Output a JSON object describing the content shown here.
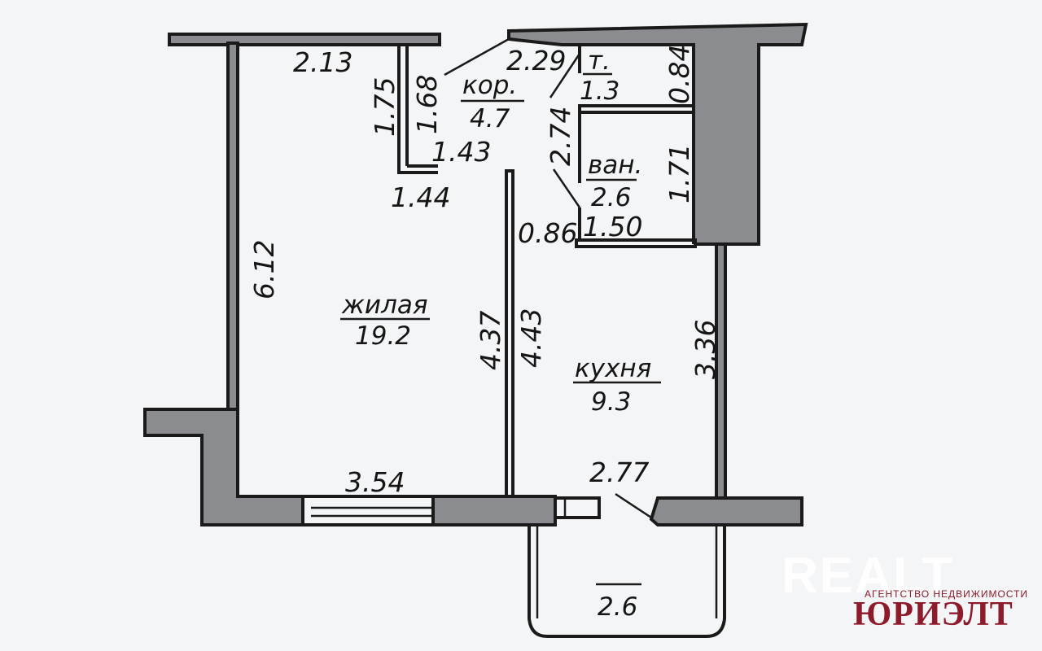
{
  "plan": {
    "rooms": {
      "living": {
        "name": "жилая",
        "area": "19.2"
      },
      "kitchen": {
        "name": "кухня",
        "area": "9.3"
      },
      "corridor": {
        "name": "кор.",
        "area": "4.7"
      },
      "toilet": {
        "name": "т.",
        "area": "1.3"
      },
      "bath": {
        "name": "ван.",
        "area": "2.6"
      },
      "balcony": {
        "area": "2.6"
      }
    },
    "dimensions": {
      "living_top": "2.13",
      "living_left": "6.12",
      "living_bottom": "3.54",
      "closet_outer": "1.75",
      "closet_inner": "1.68",
      "closet_width": "1.43",
      "closet_bottom": "1.44",
      "corridor_top": "2.29",
      "corridor_side": "2.74",
      "toilet_height": "0.84",
      "bath_height": "1.71",
      "bath_width": "1.50",
      "door_width": "0.86",
      "partition_left": "4.37",
      "partition_right": "4.43",
      "kitchen_right": "3.36",
      "kitchen_bottom": "2.77"
    }
  },
  "watermark": {
    "logo": "REALT",
    "tagline": "АГЕНТСТВО НЕДВИЖИМОСТИ",
    "brand": "ЮРИЭЛТ"
  }
}
